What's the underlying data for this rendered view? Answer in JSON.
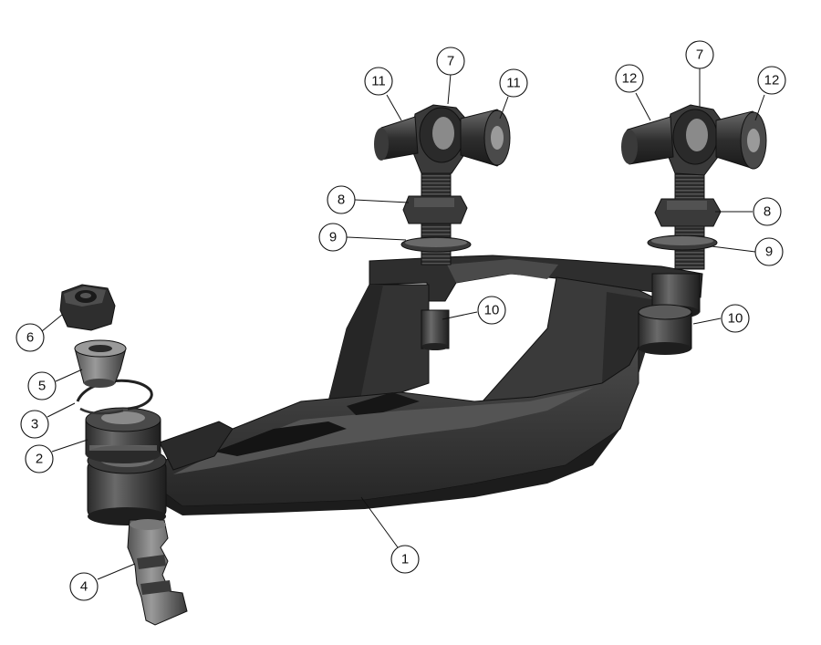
{
  "callouts": [
    {
      "id": "c1",
      "label": "1"
    },
    {
      "id": "c2",
      "label": "2"
    },
    {
      "id": "c3",
      "label": "3"
    },
    {
      "id": "c4",
      "label": "4"
    },
    {
      "id": "c5",
      "label": "5"
    },
    {
      "id": "c6",
      "label": "6"
    },
    {
      "id": "c7a",
      "label": "7"
    },
    {
      "id": "c7b",
      "label": "7"
    },
    {
      "id": "c8a",
      "label": "8"
    },
    {
      "id": "c8b",
      "label": "8"
    },
    {
      "id": "c9a",
      "label": "9"
    },
    {
      "id": "c9b",
      "label": "9"
    },
    {
      "id": "c10a",
      "label": "10"
    },
    {
      "id": "c10b",
      "label": "10"
    },
    {
      "id": "c11a",
      "label": "11"
    },
    {
      "id": "c11b",
      "label": "11"
    },
    {
      "id": "c12a",
      "label": "12"
    },
    {
      "id": "c12b",
      "label": "12"
    }
  ],
  "colors": {
    "part_dark": "#2b2b2b",
    "part_mid": "#3d3d3d",
    "part_light": "#5a5a5a",
    "highlight": "#9a9a9a",
    "background": "#ffffff"
  }
}
